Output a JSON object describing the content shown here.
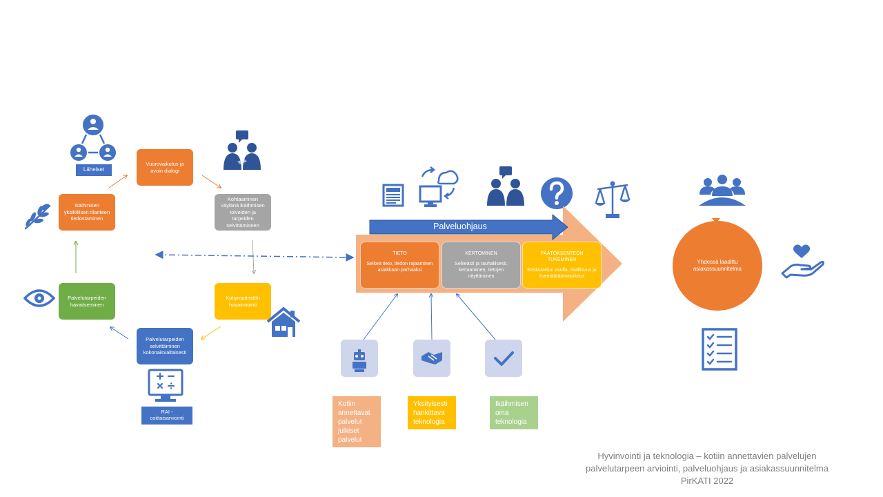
{
  "cycle": {
    "laheiset": "Läheiset",
    "vuorovaikutus": "Vuorovaikutus ja avoin dialogi",
    "kohtaaminen": "Kohtaaminen väylänä ikäihmisen toiveiden ja tarpeiden selvittämiseen",
    "kotiymparisto": "Kotiympäristön havainnointi",
    "selvittaminen": "Palvelutarpeiden selvittäminen kokonaisvaltaisesti",
    "havaitseminen": "Palvelutarpeiden havaitseminen",
    "tilanne": "Ikäihmisen yksilöllisen tilanteen tiedostaminen",
    "rai": "RAI - osittaisarviointi"
  },
  "palveluohjaus": {
    "title": "Palveluohjaus",
    "tieto": {
      "heading": "TIETO",
      "text": "Selkeä tieto, tiedon rajaaminen asiakkaan parhaaksi"
    },
    "kertominen": {
      "heading": "KERTOMINEN",
      "text": "Selkeästi ja rauhallisesti, kertaaminen, tietojen näyttäminen"
    },
    "paatos": {
      "heading": "PÄÄTÖKSENTEON TUKEMINEN",
      "text": "Keskustelun avulla, osallisuus ja itsemääräämisoikeus"
    }
  },
  "technology": {
    "kotiin": "Kotiin annettavat palvelut julkiset palvelut",
    "yksityisesti": "Yksityisesti hankittava teknologia",
    "oma": "Ikäihmisen oma teknologia"
  },
  "result": {
    "circle": "Yhdessä laadittu asiakassuunnitelma"
  },
  "caption": {
    "line1": "Hyvinvointi ja teknologia – kotiin annettavien palvelujen",
    "line2": "palvelutarpeen arviointi, palveluohjaus ja asiakassuunnitelma",
    "line3": "PirKATI 2022"
  },
  "colors": {
    "orange": "#ed7d31",
    "gray": "#a5a5a5",
    "yellow": "#ffc000",
    "green": "#70ad47",
    "blue": "#4472c4",
    "peach": "#f4b183",
    "iconBlue": "#4472c4"
  },
  "icons": [
    "people-network-icon",
    "conversation-icon",
    "leaf-icon",
    "eye-icon",
    "house-icon",
    "calculator-monitor-icon",
    "newspaper-icon",
    "cloud-sync-icon",
    "question-icon",
    "scales-icon",
    "group-icon",
    "heart-hand-icon",
    "checklist-icon",
    "robot-icon",
    "handshake-icon",
    "checkmark-icon"
  ]
}
